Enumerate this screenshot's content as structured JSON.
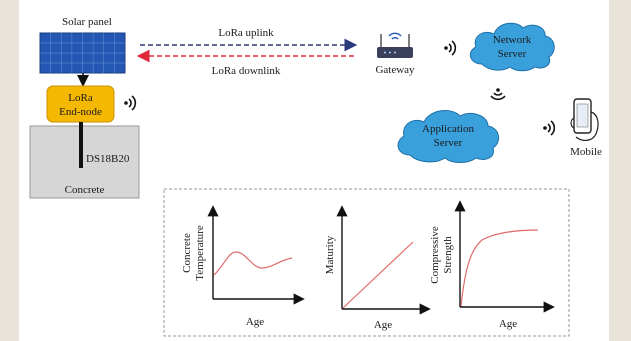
{
  "colors": {
    "background_frame": "#e9e4d9",
    "panel": "#ffffff",
    "solar_panel": "#2456b3",
    "end_node": "#f5b800",
    "concrete": "#d6d6d6",
    "cloud": "#3aa0dc",
    "uplink": "#2b3a7a",
    "downlink": "#e0283a",
    "curve": "#e06b6b"
  },
  "hardware": {
    "solar_panel_label": "Solar panel",
    "end_node_line1": "LoRa",
    "end_node_line2": "End-node",
    "sensor_label": "DS18B20",
    "concrete_label": "Concrete"
  },
  "links": {
    "uplink_label": "LoRa uplink",
    "downlink_label": "LoRa downlink"
  },
  "network": {
    "gateway_label": "Gateway",
    "network_server_line1": "Network",
    "network_server_line2": "Server",
    "application_server_line1": "Application",
    "application_server_line2": "Server",
    "mobile_label": "Mobile"
  },
  "plots": [
    {
      "y_line1": "Concrete",
      "y_line2": "Temperature",
      "x_label": "Age"
    },
    {
      "y_line1": "Maturity",
      "y_line2": "",
      "x_label": "Age"
    },
    {
      "y_line1": "Compressive",
      "y_line2": "Strength",
      "x_label": "Age"
    }
  ],
  "icons": {
    "wireless": "wifi-waves-icon",
    "gateway": "router-icon",
    "mobile": "phone-in-hand-icon",
    "cloud": "cloud-icon"
  }
}
